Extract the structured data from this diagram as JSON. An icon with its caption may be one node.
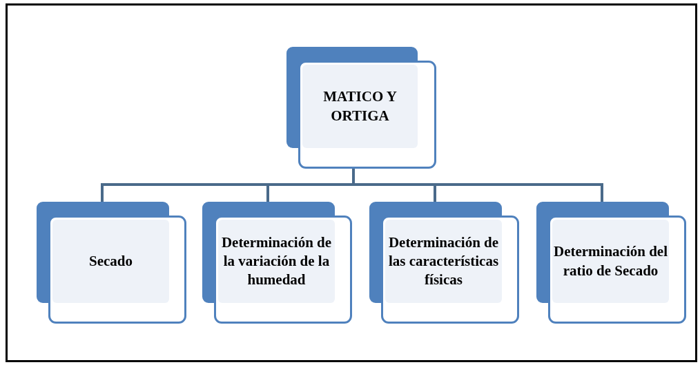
{
  "diagram": {
    "nodes": [
      {
        "text": [
          "MATICO Y ORTIGA"
        ]
      },
      {
        "text": [
          "Secado"
        ]
      },
      {
        "text": [
          "Determinación de la variación de la humedad"
        ]
      },
      {
        "text": [
          "Determinación de las características físicas"
        ]
      },
      {
        "text": [
          "Determinación del ratio de Secado"
        ]
      }
    ],
    "edges": [
      {
        "from": 0,
        "to": 1,
        "arrow": "none"
      },
      {
        "from": 0,
        "to": 2,
        "arrow": "none"
      },
      {
        "from": 0,
        "to": 3,
        "arrow": "none"
      },
      {
        "from": 0,
        "to": 4,
        "arrow": "none"
      }
    ]
  }
}
